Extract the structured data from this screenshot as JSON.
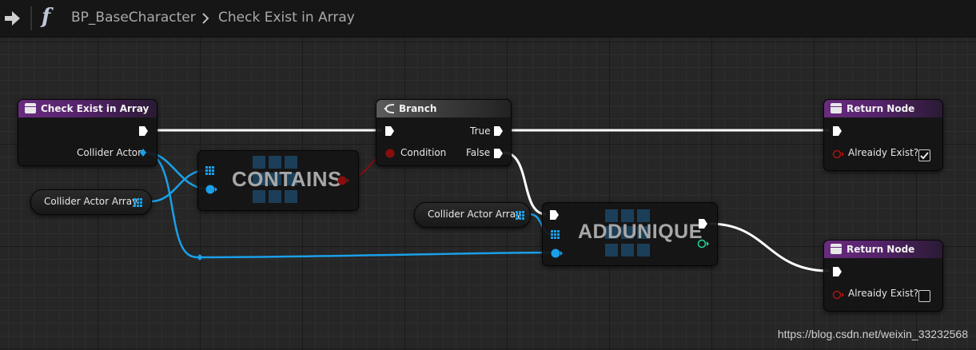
{
  "breadcrumb": {
    "blueprint": "BP_BaseCharacter",
    "function": "Check Exist in Array",
    "separator": ">"
  },
  "nodes": {
    "entry": {
      "title": "Check Exist in Array",
      "output_pin": "Collider Actor"
    },
    "branch": {
      "title": "Branch",
      "condition_label": "Condition",
      "true_label": "True",
      "false_label": "False"
    },
    "contains": {
      "label": "CONTAINS"
    },
    "addunique": {
      "label": "ADDUNIQUE"
    },
    "var_array_1": {
      "label": "Collider Actor Array"
    },
    "var_array_2": {
      "label": "Collider Actor Array"
    },
    "return_true": {
      "title": "Return Node",
      "pin_label": "Alreaidy Exist?",
      "checked": true
    },
    "return_false": {
      "title": "Return Node",
      "pin_label": "Alreaidy Exist?",
      "checked": false
    }
  },
  "watermark": "https://blog.csdn.net/weixin_33232568",
  "colors": {
    "exec_wire": "#ffffff",
    "object_wire": "#1aa0e8",
    "bool_wire": "#8a0d0d",
    "function_header": "#6a2c80",
    "return_header": "#6a2c80",
    "branch_header": "#5c5c5c"
  }
}
